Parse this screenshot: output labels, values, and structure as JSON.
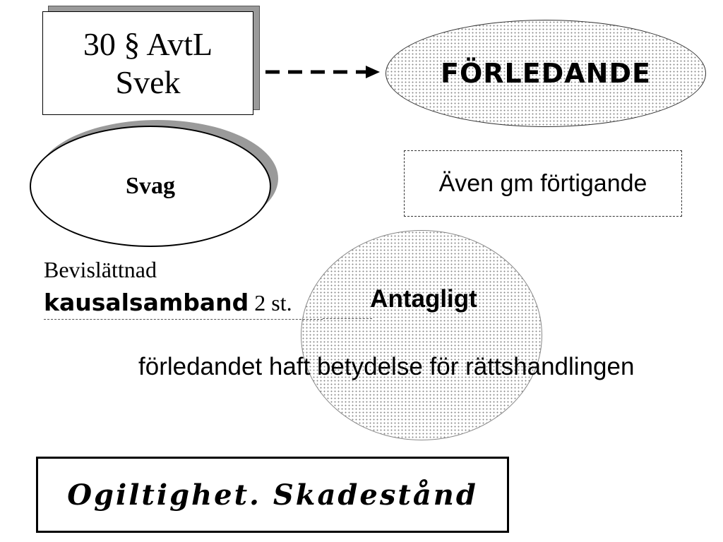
{
  "title_box": {
    "line1": "30 § AvtL",
    "line2": "Svek"
  },
  "forledande": {
    "label": "FÖRLEDANDE"
  },
  "arrow": {
    "style": "dashed",
    "direction": "right"
  },
  "svag": {
    "label": "Svag"
  },
  "even_box": {
    "label": "Även gm förtigande"
  },
  "bevis": {
    "line1": "Bevislättnad",
    "bold_word": "kausalsamband",
    "rest": " 2 st."
  },
  "antagligt": {
    "label": "Antagligt"
  },
  "betydelse": {
    "label": "förledandet haft betydelse för rättshandlingen"
  },
  "ogiltighet": {
    "label": "Ogiltighet. Skadestånd"
  },
  "colors": {
    "background": "#ffffff",
    "text": "#000000",
    "shadow": "#9a9a9a",
    "dots": "#8a8a8a"
  }
}
